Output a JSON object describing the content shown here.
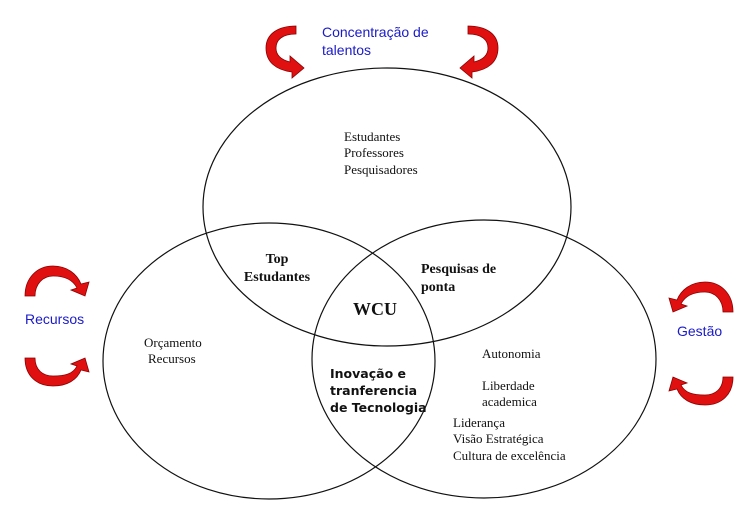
{
  "diagram": {
    "type": "venn",
    "center_label": "WCU",
    "external_labels": {
      "top": [
        "Concentração de",
        "talentos"
      ],
      "left": "Recursos",
      "right": "Gestão"
    },
    "circles": {
      "top": {
        "name": "Concentração de talentos",
        "items": [
          "Estudantes",
          "Professores",
          "Pesquisadores"
        ]
      },
      "left": {
        "name": "Recursos",
        "items": [
          "Orçamento",
          "Recursos"
        ]
      },
      "right": {
        "name": "Gestão",
        "items_upper": [
          "Autonomia"
        ],
        "items_middle": [
          "Liberdade",
          "academica"
        ],
        "items_lower": [
          "Liderança",
          "Visão Estratégica",
          "Cultura de excelência"
        ]
      }
    },
    "intersections": {
      "top_left": [
        "Top",
        "Estudantes"
      ],
      "top_right": [
        "Pesquisas de",
        "ponta"
      ],
      "left_right": [
        "Inovação e",
        "tranferencia",
        "de Tecnologia"
      ]
    },
    "colors": {
      "external_label": "#1a1ac8",
      "arrow": "#e01010",
      "outline": "#111111"
    }
  }
}
